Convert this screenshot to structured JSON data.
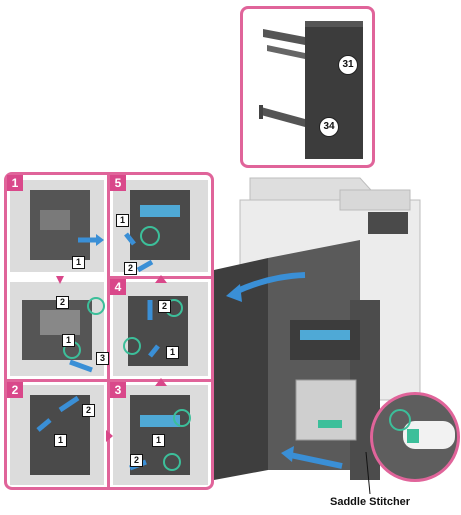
{
  "finisher_callouts": {
    "upper_tray": "31",
    "lower_tray": "34"
  },
  "steps": [
    {
      "number": "1",
      "sub_labels": [
        "1"
      ]
    },
    {
      "number": "1",
      "sub_labels": [
        "2",
        "1",
        "3"
      ]
    },
    {
      "number": "2",
      "sub_labels": [
        "2",
        "1"
      ]
    },
    {
      "number": "3",
      "sub_labels": [
        "1",
        "2"
      ]
    },
    {
      "number": "4",
      "sub_labels": [
        "2",
        "1"
      ]
    },
    {
      "number": "5",
      "sub_labels": [
        "1",
        "2"
      ]
    }
  ],
  "main_caption": "Saddle Stitcher",
  "colors": {
    "frame": "#e0649a",
    "step_badge": "#d9488a",
    "arrow": "#3a8fd6",
    "lever": "#3cbf9a"
  }
}
